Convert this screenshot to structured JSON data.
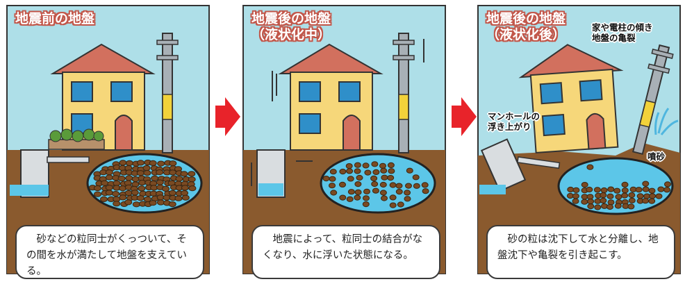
{
  "panels": [
    {
      "title": "地震前の地盤",
      "caption": "砂などの粒同士がくっついて、その間を水が満たして地盤を支えている。"
    },
    {
      "title": "地震後の地盤\n（液状化中）",
      "caption": "地震によって、粒同士の結合がなくなり、水に浮いた状態になる。"
    },
    {
      "title": "地震後の地盤\n（液状化後）",
      "caption": "砂の粒は沈下して水と分離し、地盤沈下や亀裂を引き起こす。"
    }
  ],
  "labels": {
    "tilt": "家や電柱の傾き\n地盤の亀裂",
    "manhole": "マンホールの\n浮き上がり",
    "sand_boil": "噴砂"
  },
  "colors": {
    "sky": "#aedfe8",
    "ground": "#8a5a2e",
    "water": "#5cc6e8",
    "grain": "#7a4a22",
    "house_wall": "#f6d77a",
    "roof": "#d2705e",
    "window": "#2f8fc9",
    "arrow": "#e8232a",
    "title_outline": "#c2574a"
  }
}
